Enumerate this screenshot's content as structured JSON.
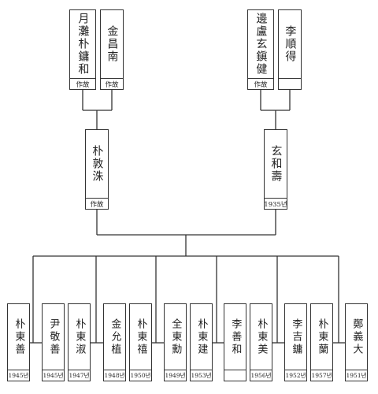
{
  "grandparents_paternal": [
    {
      "name": "月灘朴鏞和",
      "status": "作故"
    },
    {
      "name": "金昌南",
      "status": "作故"
    }
  ],
  "grandparents_maternal": [
    {
      "name": "邊盧玄鎭健",
      "status": "作故"
    },
    {
      "name": "李順得",
      "status": ""
    }
  ],
  "father": {
    "name": "朴敦洙",
    "status": "作故"
  },
  "mother": {
    "name": "玄和壽",
    "status": "1935년"
  },
  "children": [
    {
      "name": "朴東善",
      "year": "1945년"
    },
    {
      "name": "尹敬善",
      "year": "1945년"
    },
    {
      "name": "朴東淑",
      "year": "1947년"
    },
    {
      "name": "金允植",
      "year": "1948년"
    },
    {
      "name": "朴東禧",
      "year": "1950년"
    },
    {
      "name": "全東勳",
      "year": "1949년"
    },
    {
      "name": "朴東建",
      "year": "1953년"
    },
    {
      "name": "李善和",
      "year": ""
    },
    {
      "name": "朴東美",
      "year": "1956년"
    },
    {
      "name": "李吉鏞",
      "year": "1952년"
    },
    {
      "name": "朴東蘭",
      "year": "1957년"
    },
    {
      "name": "鄭義大",
      "year": "1951년"
    }
  ]
}
